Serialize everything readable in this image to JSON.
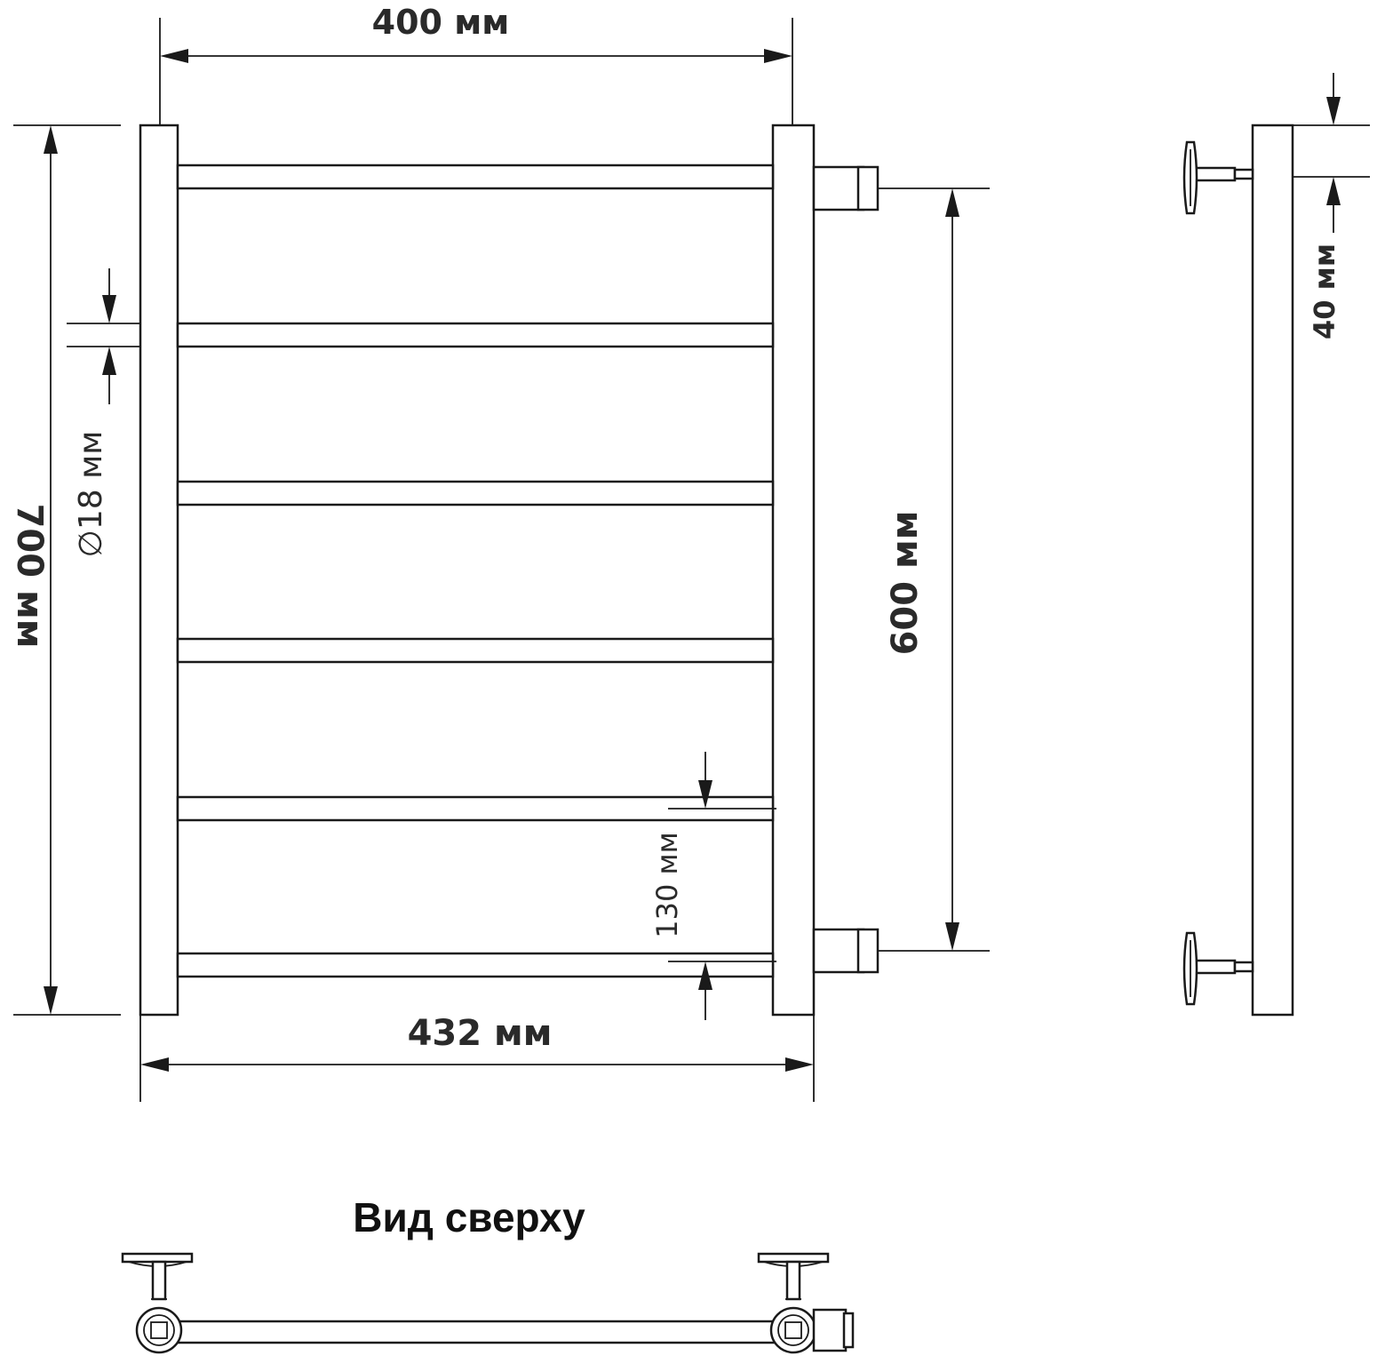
{
  "dimensions": {
    "width_top": "400 мм",
    "width_bottom": "432 мм",
    "height_total": "700 мм",
    "center_distance": "600 мм",
    "pipe_diameter": "∅18 мм",
    "rung_spacing": "130 мм",
    "wall_offset": "40 мм"
  },
  "top_view": {
    "title": "Вид сверху"
  },
  "colors": {
    "line": "#1a1a1a",
    "text": "#2a2a2a",
    "background": "#ffffff"
  }
}
